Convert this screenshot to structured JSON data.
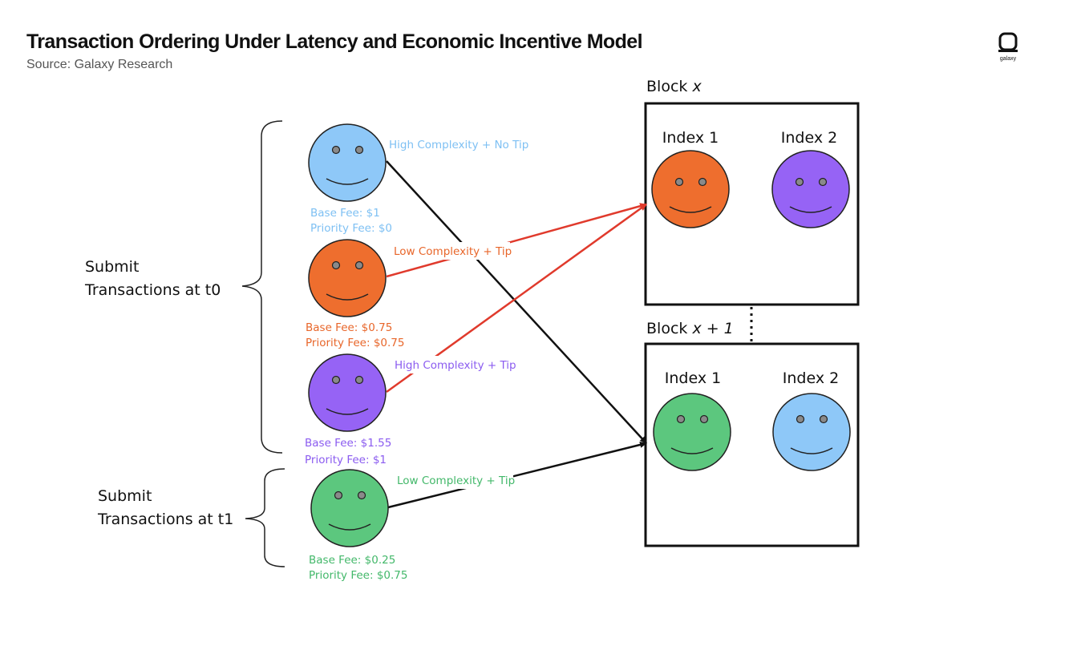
{
  "header": {
    "title": "Transaction Ordering Under Latency and Economic Incentive Model",
    "subtitle": "Source: Galaxy Research",
    "logo_text": "galaxy"
  },
  "groups": {
    "t0_line1": "Submit",
    "t0_line2": "Transactions at t0",
    "t1_line1": "Submit",
    "t1_line2": "Transactions at t1"
  },
  "transactions": [
    {
      "label": "High Complexity + No Tip",
      "base_fee": "Base Fee: $1",
      "priority_fee": "Priority Fee: $0",
      "color": "#8ec8f8",
      "text_color": "#7ec0f3"
    },
    {
      "label": "Low Complexity + Tip",
      "base_fee": "Base Fee: $0.75",
      "priority_fee": "Priority Fee: $0.75",
      "color": "#ee6e2e",
      "text_color": "#e8662a"
    },
    {
      "label": "High Complexity + Tip",
      "base_fee": "Base Fee: $1.55",
      "priority_fee": "Priority Fee: $1",
      "color": "#9663f5",
      "text_color": "#8b5cf0"
    },
    {
      "label": "Low Complexity + Tip",
      "base_fee": "Base Fee: $0.25",
      "priority_fee": "Priority Fee: $0.75",
      "color": "#5cc77e",
      "text_color": "#43b86a"
    }
  ],
  "blocks": [
    {
      "name_prefix": "Block ",
      "name_var": "x",
      "name_suffix": "",
      "index1": "Index 1",
      "index2": "Index 2"
    },
    {
      "name_prefix": "Block ",
      "name_var": "x + 1",
      "name_suffix": "",
      "index1": "Index 1",
      "index2": "Index 2"
    }
  ],
  "arrow_colors": {
    "red": "#e03a2c",
    "black": "#111111"
  }
}
